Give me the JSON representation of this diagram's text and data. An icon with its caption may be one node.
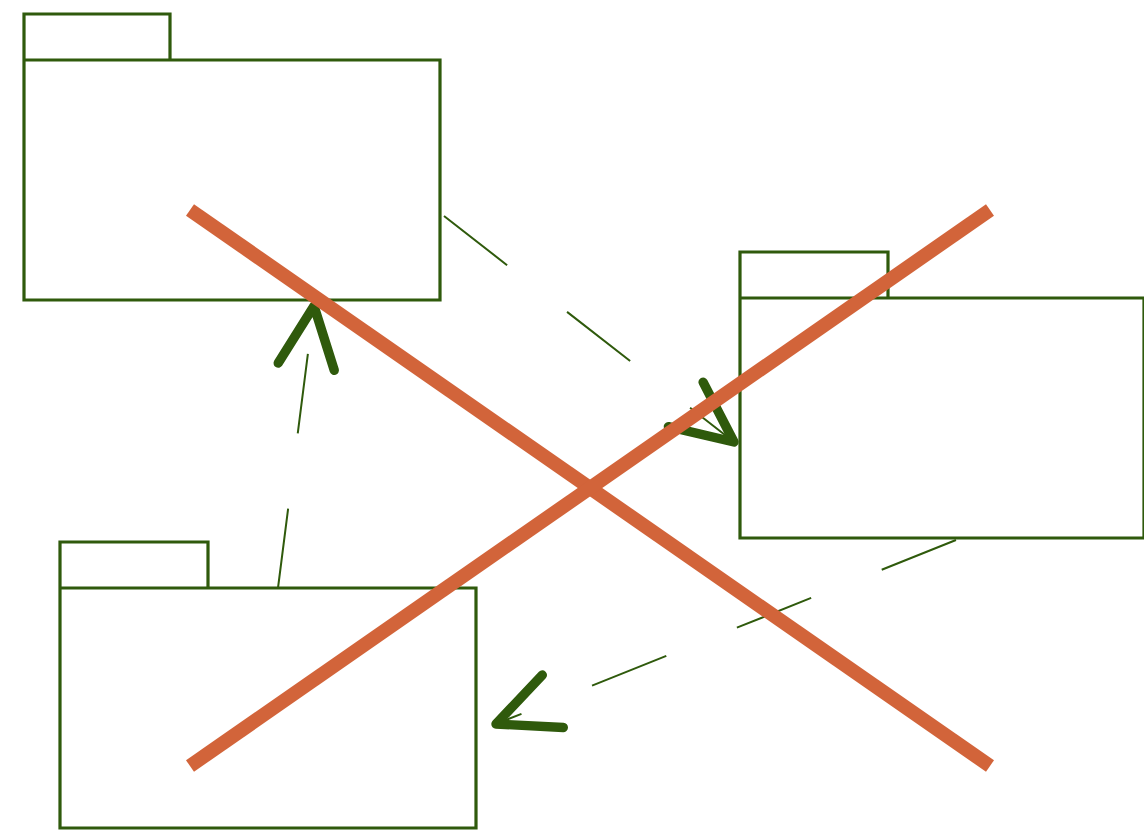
{
  "diagram": {
    "nodes": [
      {
        "text": [],
        "shape": "folder"
      },
      {
        "text": [],
        "shape": "folder"
      },
      {
        "text": [],
        "shape": "folder"
      }
    ],
    "edges": [
      {
        "from": 0,
        "to": 1,
        "arrow": "to",
        "style": "dashed"
      },
      {
        "from": 1,
        "to": 2,
        "arrow": "to",
        "style": "dashed"
      },
      {
        "from": 2,
        "to": 0,
        "arrow": "to",
        "style": "dashed"
      }
    ]
  }
}
